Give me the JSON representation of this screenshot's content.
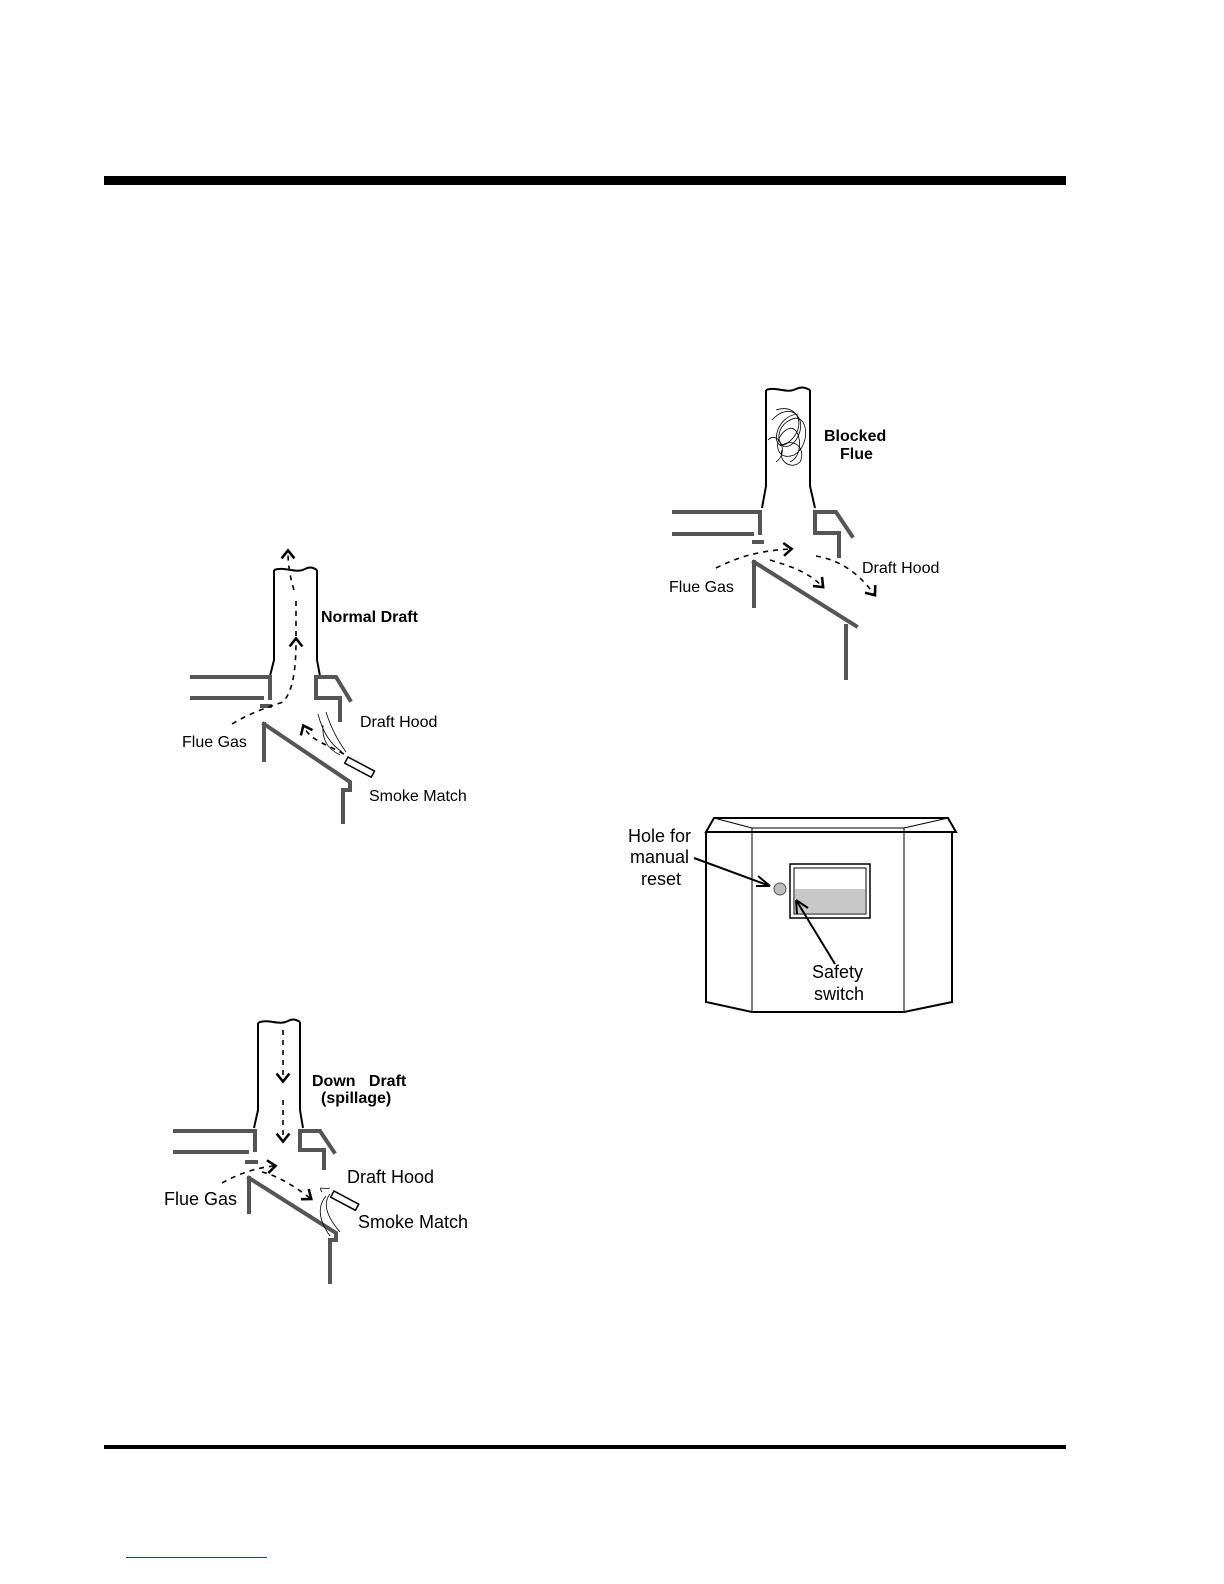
{
  "diagrams": {
    "normal": {
      "title": "Normal Draft",
      "flue_gas": "Flue Gas",
      "draft_hood": "Draft Hood",
      "smoke_match": "Smoke Match"
    },
    "down": {
      "title_line1": "Down   Draft",
      "title_line2": "(spillage)",
      "flue_gas": "Flue Gas",
      "draft_hood": "Draft Hood",
      "smoke_match": "Smoke Match"
    },
    "blocked": {
      "title_line1": "Blocked",
      "title_line2": "Flue",
      "flue_gas": "Flue Gas",
      "draft_hood": "Draft Hood"
    },
    "switch": {
      "hole_line1": "Hole for",
      "hole_line2": "manual",
      "hole_line3": "reset",
      "safety_line1": "Safety",
      "safety_line2": "switch"
    }
  }
}
